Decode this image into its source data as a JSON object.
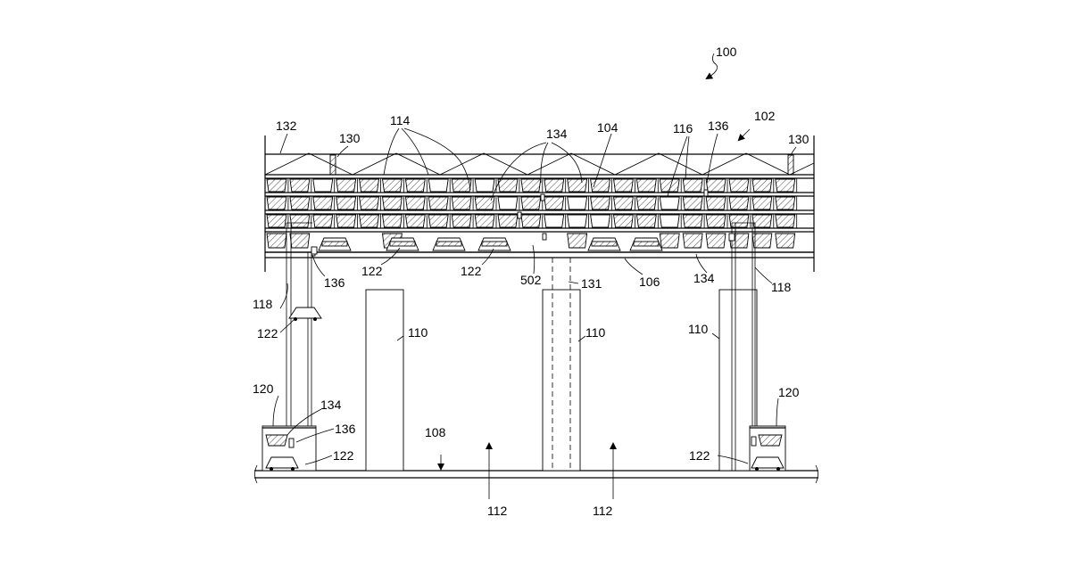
{
  "figure": {
    "labels": {
      "system": "100",
      "grid": "102",
      "top_grid": "104",
      "lower_grid": "106",
      "floor": "108",
      "column": "110",
      "space": "112",
      "stack": "114",
      "empty_cell": "116",
      "lift": "118",
      "port": "120",
      "vehicle": "122",
      "rail": "130",
      "shaft": "131",
      "roof": "132",
      "container": "134",
      "tag": "136",
      "section": "502"
    }
  }
}
